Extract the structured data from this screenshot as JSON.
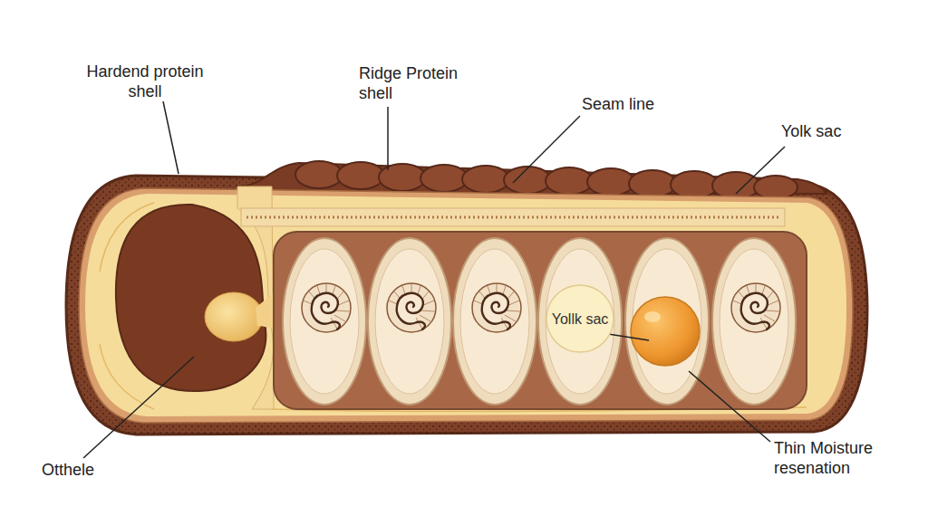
{
  "diagram": {
    "nodes": [
      {
        "text": [
          "Yollk sac"
        ]
      }
    ],
    "edges": [],
    "labels": [
      "Hardend protein shell",
      "Ridge Protein shell",
      "Seam line",
      "Yolk sac",
      "Otthele",
      "Thin Moisture resenation"
    ]
  }
}
